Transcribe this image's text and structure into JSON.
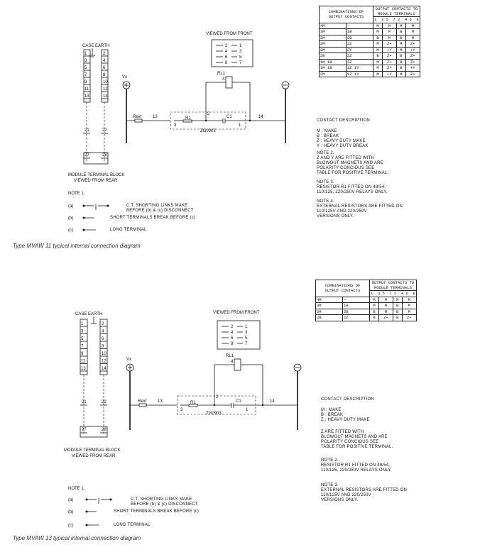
{
  "diagram1": {
    "caption": "Type MVAW 11 typical internal connection diagram",
    "case_earth": "CASE EARTH",
    "viewed_from_front": "VIEWED FROM FRONT",
    "module_block": "MODULE TERMINAL BLOCK",
    "viewed_from_rear": "VIEWED FROM REAR",
    "vx": "Vx",
    "rext": "Rext",
    "r1": "R1",
    "c1": "C1",
    "rl1": "RL1",
    "rl1_num": "4",
    "zg": "ZG0903",
    "t13": "13",
    "t14": "14",
    "t2": "2",
    "t3": "3",
    "t1": "1",
    "front_left": [
      "2",
      "4",
      "6",
      "8"
    ],
    "front_right": [
      "1",
      "3",
      "5",
      "7"
    ],
    "left_terms": [
      "1",
      "3",
      "5",
      "7",
      "9",
      "11",
      "13"
    ],
    "right_terms": [
      "2",
      "4",
      "6",
      "8",
      "10",
      "12",
      "14"
    ],
    "t21": "21",
    "t22": "22",
    "t27": "27",
    "t28": "28",
    "note1": "NOTE 1.",
    "note_a": "(a)",
    "note_a_text": "C.T. SHORTING LINKS MAKE\nBEFORE (b) & (c) DISCONNECT",
    "note_b": "(b)",
    "note_b_text": "SHORT TERMINALS BREAK BEFORE (c)",
    "note_c": "(c)",
    "note_c_text": "LONG TERMINAL",
    "contact_desc": "CONTACT DESCRIPTION",
    "desc_lines": "M : MAKE\nB : BREAK\nZ : HEAVY DUTY MAKE\nY : HEAVY DUTY BREAK",
    "note2": "NOTE 2.\nZ AND Y ARE FITTED WITH\nBLOWOUT MAGNETS AND ARE\nPOLARITY CONCIOUS SEE\nTABLE FOR POSITIVE TERMINAL.",
    "note3": "NOTE 3.\nRESISTOR R1 FITTED ON 48/54,\n110/125, 220/250V RELAYS ONLY.",
    "note4": "NOTE 4.\nEXTERNAL RESISTORS ARE FITTED ON\n110/125V AND 220/250V\nVERSIONS ONLY.",
    "table": {
      "h1": "COMBINATIONS OF\nOUTPUT CONTACTS",
      "h2": "OUTPUT CONTACTS TO\nMODULE TERMINALS",
      "term_head": "1  3 5  7 2  4 6  8",
      "rows": [
        [
          "4M",
          "—",
          "M",
          "M",
          "M",
          "M"
        ],
        [
          "3M",
          "1B",
          "M",
          "M",
          "B",
          "M"
        ],
        [
          "2M",
          "2B",
          "B",
          "M",
          "B",
          "M"
        ],
        [
          "2M",
          "2Z",
          "M",
          "Z+",
          "M",
          "Z+"
        ],
        [
          "2M",
          "2Y",
          "M",
          "+Y",
          "M",
          "+Y"
        ],
        [
          "2B",
          "2Z",
          "B",
          "Z+",
          "B",
          "Z+"
        ],
        [
          "1M 1B",
          "2Z",
          "M",
          "Z+",
          "B",
          "Z+"
        ],
        [
          "1M 1B",
          "1Z   1Y",
          "M",
          "Z+",
          "B",
          "+Y"
        ],
        [
          "2M",
          "1Z   1Y",
          "M",
          "+Y",
          "M",
          "Z+"
        ]
      ]
    }
  },
  "diagram2": {
    "caption": "Type MVAW 13 typical internal connection diagram",
    "case_earth": "CASE EARTH",
    "viewed_from_front": "VIEWED FROM FRONT",
    "module_block": "MODULE TERMINAL BLOCK",
    "viewed_from_rear": "VIEWED FROM REAR",
    "vx": "Vx",
    "rext": "Rext",
    "r1": "R1",
    "c1": "C1",
    "rl1": "RL1",
    "rl1_num": "4",
    "zg": "ZG0903",
    "t13": "13",
    "t14": "14",
    "t2": "2",
    "t3": "3",
    "t1": "1",
    "front_left": [
      "2",
      "4",
      "6",
      "8"
    ],
    "front_right": [
      "1",
      "3",
      "5",
      "7"
    ],
    "left_terms": [
      "1",
      "3",
      "5",
      "7",
      "9",
      "11",
      "13"
    ],
    "right_terms": [
      "2",
      "4",
      "6",
      "8",
      "10",
      "12",
      "14"
    ],
    "t21": "21",
    "t22": "22",
    "t27": "27",
    "t28": "28",
    "note1": "NOTE 1.",
    "note_a": "(a)",
    "note_a_text": "C.T. SHORTING LINKS MAKE\nBEFORE (b) & (c) DISCONNECT",
    "note_b": "(b)",
    "note_b_text": "SHORT TERMINALS BREAK BEFORE (c)",
    "note_c": "(c)",
    "note_c_text": "LONG TERMINAL",
    "contact_desc": "CONTACT DESCRIPTION",
    "desc_lines": "M : MAKE\nB : BREAK\nZ : HEAVY DUTY MAKE",
    "note_z": "Z ARE FITTED WITH\nBLOWOUT MAGNETS AND ARE\nPOLARITY CONCIOUS SEE\nTABLE FOR POSITIVE TERMINAL.",
    "note2": "NOTE 2.\nRESISTOR R1 FITTED ON 48/54,\n110/125, 220/250V RELAYS ONLY.",
    "note3": "NOTE 3.\nEXTERNAL RESISTORS ARE FITTED ON\n110/125V AND 220/250V\nVERSIONS ONLY.",
    "table": {
      "h1": "COMBINATIONS OF\nOUTPUT CONTACTS",
      "h2": "OUTPUT CONTACTS TO\nMODULE TERMINALS",
      "term_head": "1  3 5  7 2  4 6  8",
      "rows": [
        [
          "4M",
          "—",
          "M",
          "M",
          "M",
          "M"
        ],
        [
          "3M",
          "1B",
          "M",
          "M",
          "B",
          "M"
        ],
        [
          "2M",
          "2B",
          "B",
          "M",
          "B",
          "M"
        ],
        [
          "2B",
          "2Z",
          "B",
          "Z+",
          "B",
          "Z+"
        ]
      ]
    }
  }
}
